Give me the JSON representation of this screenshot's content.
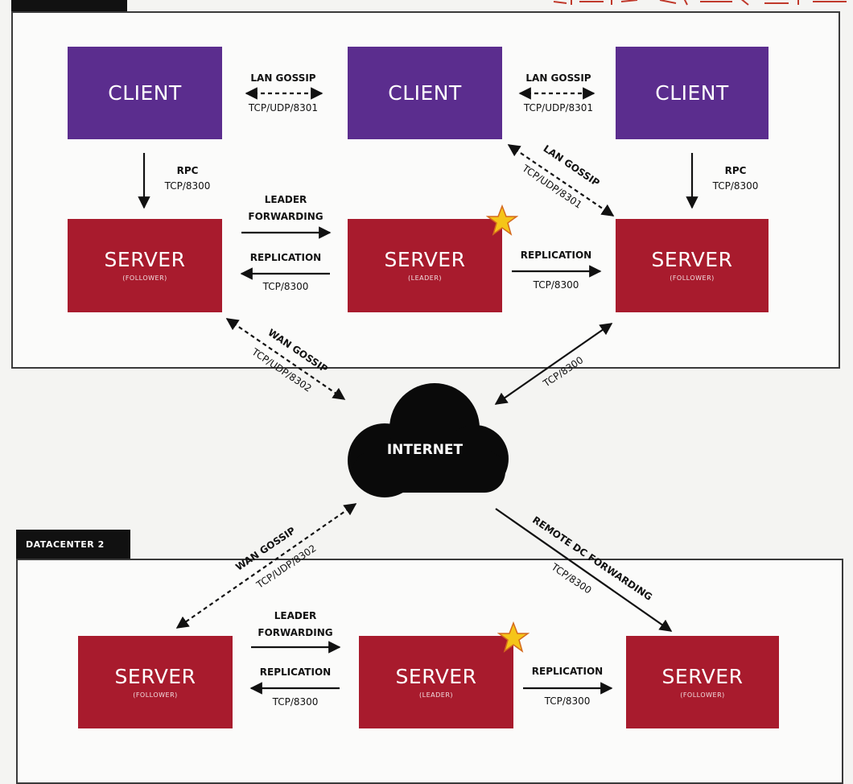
{
  "datacenter2": {
    "tab_label": "DATACENTER 2"
  },
  "nodes": {
    "client_label": "CLIENT",
    "server_label": "SERVER",
    "follower_label": "(FOLLOWER)",
    "leader_label": "(LEADER)"
  },
  "labels": {
    "lan_gossip": "LAN GOSSIP",
    "tcp_udp_8301": "TCP/UDP/8301",
    "rpc": "RPC",
    "tcp_8300": "TCP/8300",
    "leader_forwarding_line1": "LEADER",
    "leader_forwarding_line2": "FORWARDING",
    "replication": "REPLICATION",
    "wan_gossip": "WAN GOSSIP",
    "tcp_udp_8302": "TCP/UDP/8302",
    "internet": "INTERNET",
    "remote_dc_forwarding": "REMOTE DC FORWARDING"
  },
  "colors": {
    "client": "#5b2d8e",
    "server": "#a81b2d",
    "star": "#f5c518",
    "annotation": "#c0392b"
  }
}
